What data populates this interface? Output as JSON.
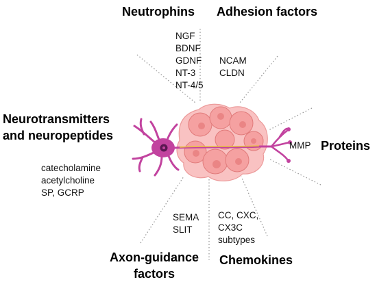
{
  "categories": {
    "neutrophins": {
      "title": "Neutrophins",
      "items": [
        "NGF",
        "BDNF",
        "GDNF",
        "NT-3",
        "NT-4/5"
      ]
    },
    "adhesion": {
      "title": "Adhesion factors",
      "items": [
        "NCAM",
        "CLDN"
      ]
    },
    "neurotransmitters": {
      "title_lines": [
        "Neurotransmitters",
        "and neuropeptides"
      ],
      "items": [
        "catecholamine",
        "acetylcholine",
        "SP, GCRP"
      ]
    },
    "proteins": {
      "title": "Proteins",
      "items": [
        "MMP"
      ]
    },
    "axon_guidance": {
      "title_lines": [
        "Axon-guidance",
        "factors"
      ],
      "items": [
        "SEMA",
        "SLIT"
      ]
    },
    "chemokines": {
      "title": "Chemokines",
      "items": [
        "CC, CXC,",
        "CX3C",
        "subtypes"
      ]
    }
  },
  "colors": {
    "neuron": "#c2439f",
    "neuron_light": "#e07ec9",
    "nucleus": "#5a1752",
    "tumor_fill": "#f6a5a5",
    "tumor_edge": "#e57a7a",
    "axon_highlight": "#e8c23c",
    "dotted_line": "#9a9a9a"
  }
}
